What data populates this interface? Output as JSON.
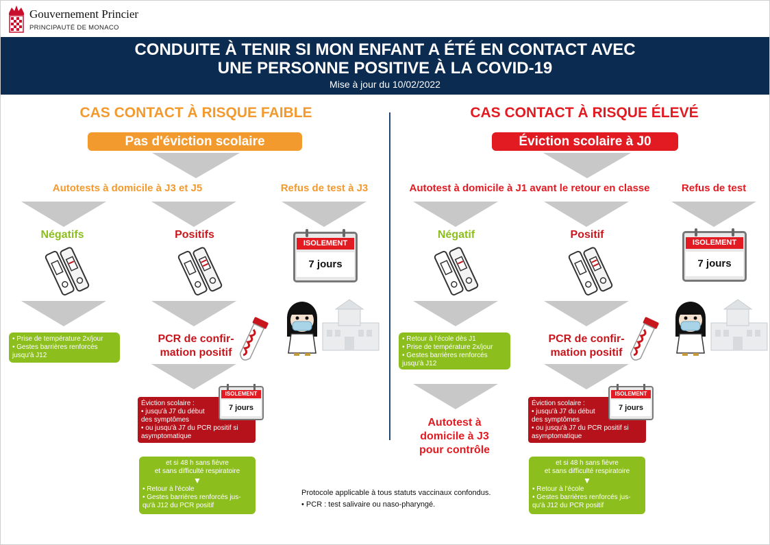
{
  "header": {
    "gov_name": "Gouvernement Princier",
    "gov_sub": "PRINCIPAUTÉ DE MONACO",
    "title_line1": "CONDUITE À TENIR SI MON ENFANT A ÉTÉ EN CONTACT AVEC",
    "title_line2": "UNE PERSONNE POSITIVE À LA COVID-19",
    "update": "Mise à jour du 10/02/2022"
  },
  "colors": {
    "navy": "#0c2b50",
    "orange": "#f39a2e",
    "orange_text": "#f39a2e",
    "red": "#e21b22",
    "dark_red": "#b5121b",
    "green": "#8cbe1e",
    "arrow_grey": "#c8c8c8"
  },
  "low": {
    "title": "CAS CONTACT À RISQUE FAIBLE",
    "pill": "Pas d'éviction scolaire",
    "step": "Autotests à domicile à J3 et J5",
    "refusal": "Refus de test à J3",
    "neg": "Négatifs",
    "pos": "Positifs",
    "neg_box": [
      "• Prise de température 2x/jour",
      "• Gestes barrières renforcés",
      "jusqu'à J12"
    ],
    "pcr_line1": "PCR de confir-",
    "pcr_line2": "mation positif",
    "eviction": [
      "Éviction scolaire :",
      "• jusqu'à J7 du début",
      "des symptômes",
      "• ou jusqu'à J7 du PCR positif si",
      "asymptomatique"
    ],
    "fever": [
      "et si 48 h sans fièvre",
      "et sans difficulté respiratoire"
    ],
    "return": [
      "• Retour à l'école",
      "• Gestes barrières renforcés jus-",
      "qu'à J12 du PCR positif"
    ]
  },
  "high": {
    "title": "CAS CONTACT À RISQUE ÉLEVÉ",
    "pill": "Éviction scolaire à J0",
    "step": "Autotest à domicile à J1 avant le retour en classe",
    "refusal": "Refus de test",
    "neg": "Négatif",
    "pos": "Positif",
    "neg_box": [
      "• Retour à l'école dès J1",
      "• Prise de température 2x/jour",
      "• Gestes barrières renforcés",
      "jusqu'à J12"
    ],
    "autotest_j3": [
      "Autotest à",
      "domicile à J3",
      "pour contrôle"
    ],
    "pcr_line1": "PCR de confir-",
    "pcr_line2": "mation positif",
    "eviction": [
      "Éviction scolaire :",
      "• jusqu'à J7 du début",
      "des symptômes",
      "• ou jusqu'à J7 du PCR positif si",
      "asymptomatique"
    ],
    "fever": [
      "et si 48 h sans fièvre",
      "et sans difficulté respiratoire"
    ],
    "return": [
      "• Retour à l'école",
      "• Gestes barrières renforcés jus-",
      "qu'à J12 du PCR positif"
    ]
  },
  "calendar": {
    "label": "ISOLEMENT",
    "days": "7 jours"
  },
  "footnote": {
    "line1": "Protocole applicable à tous statuts vaccinaux confondus.",
    "line2": "• PCR : test salivaire ou naso-pharyngé."
  },
  "icons": {
    "logo": "monaco-crown-logo",
    "calendar": "calendar-icon",
    "test": "antigen-test-icon",
    "tube": "pcr-tube-icon",
    "child": "masked-child-icon",
    "school": "school-building-icon",
    "down": "down-triangle-icon"
  }
}
